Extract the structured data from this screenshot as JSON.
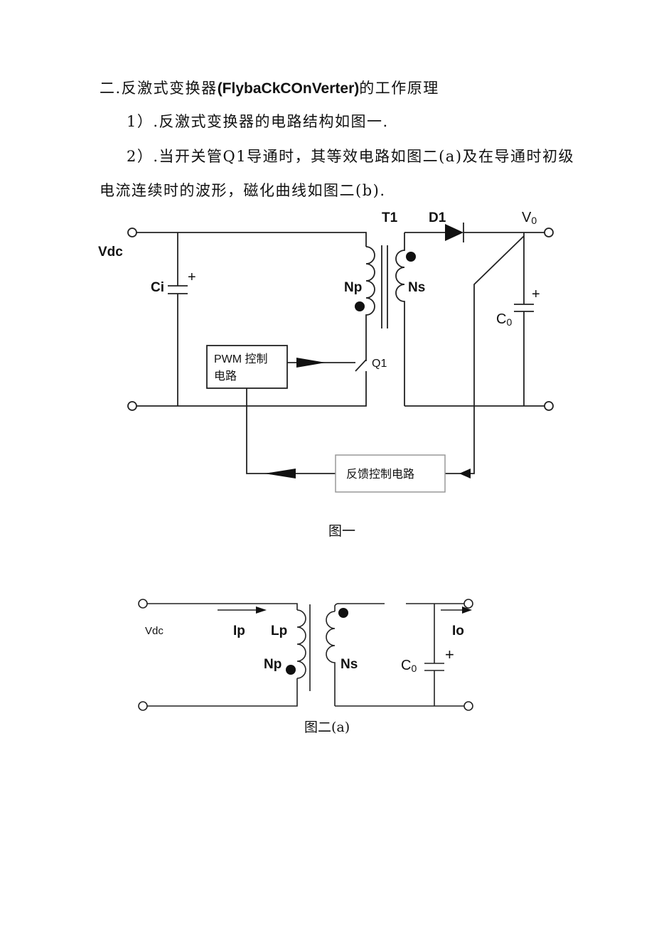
{
  "text": {
    "heading_prefix": "二.反激式变换器",
    "heading_english": "(FlybaCkCOnVerter)",
    "heading_suffix": "的工作原理",
    "item1": "1）.反激式变换器的电路结构如图一.",
    "item2": "2）.当开关管Q1导通时，其等效电路如图二(a)及在导通时初级",
    "item2_cont": "电流连续时的波形，磁化曲线如图二(b)."
  },
  "figure1": {
    "caption": "图一",
    "labels": {
      "vdc": "Vdc",
      "ci": "Ci",
      "plus": "+",
      "np": "Np",
      "ns": "Ns",
      "t1": "T1",
      "d1": "D1",
      "vo_main": "V",
      "vo_sub": "0",
      "co_main": "C",
      "co_sub": "0",
      "pwm_line1": "PWM 控制",
      "pwm_line2": "电路",
      "q1": "Q1",
      "feedback": "反馈控制电路"
    }
  },
  "figure2": {
    "caption": "图二(a)",
    "labels": {
      "vdc": "Vdc",
      "ip": "Ip",
      "lp": "Lp",
      "np": "Np",
      "ns": "Ns",
      "io": "Io",
      "co_main": "C",
      "co_sub": "0",
      "plus": "+"
    }
  }
}
